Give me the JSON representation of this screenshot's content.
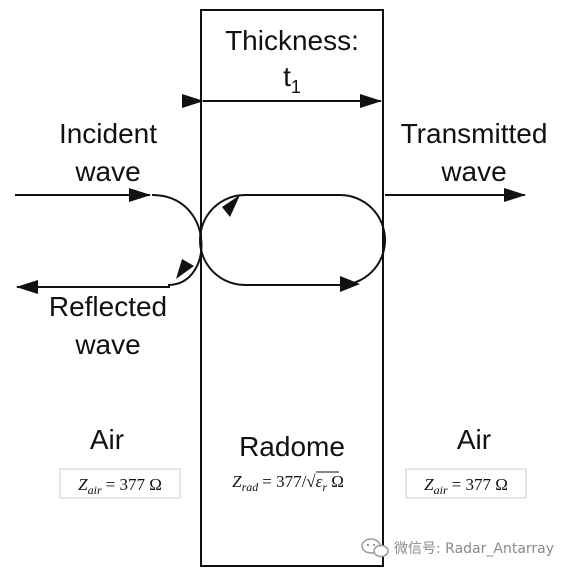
{
  "labels": {
    "thickness": "Thickness:",
    "thickness_symbol": "t",
    "thickness_subscript": "1",
    "incident_line1": "Incident",
    "incident_line2": "wave",
    "transmitted_line1": "Transmitted",
    "transmitted_line2": "wave",
    "reflected_line1": "Reflected",
    "reflected_line2": "wave",
    "region_left": "Air",
    "region_middle": "Radome",
    "region_right": "Air"
  },
  "formulas": {
    "air_left": {
      "symbol": "Z",
      "subscript": "air",
      "value": "= 377 Ω"
    },
    "radome": {
      "symbol": "Z",
      "subscript": "rad",
      "value_prefix": "= 377/",
      "radicand_symbol": "ε",
      "radicand_subscript": "r",
      "unit": " Ω"
    },
    "air_right": {
      "symbol": "Z",
      "subscript": "air",
      "value": "= 377 Ω"
    }
  },
  "watermark": {
    "text": "微信号: Radar_Antarray",
    "icon": "chat-bubble-icon"
  },
  "colors": {
    "line": "#111111",
    "watermark": "#8a8a8a"
  }
}
